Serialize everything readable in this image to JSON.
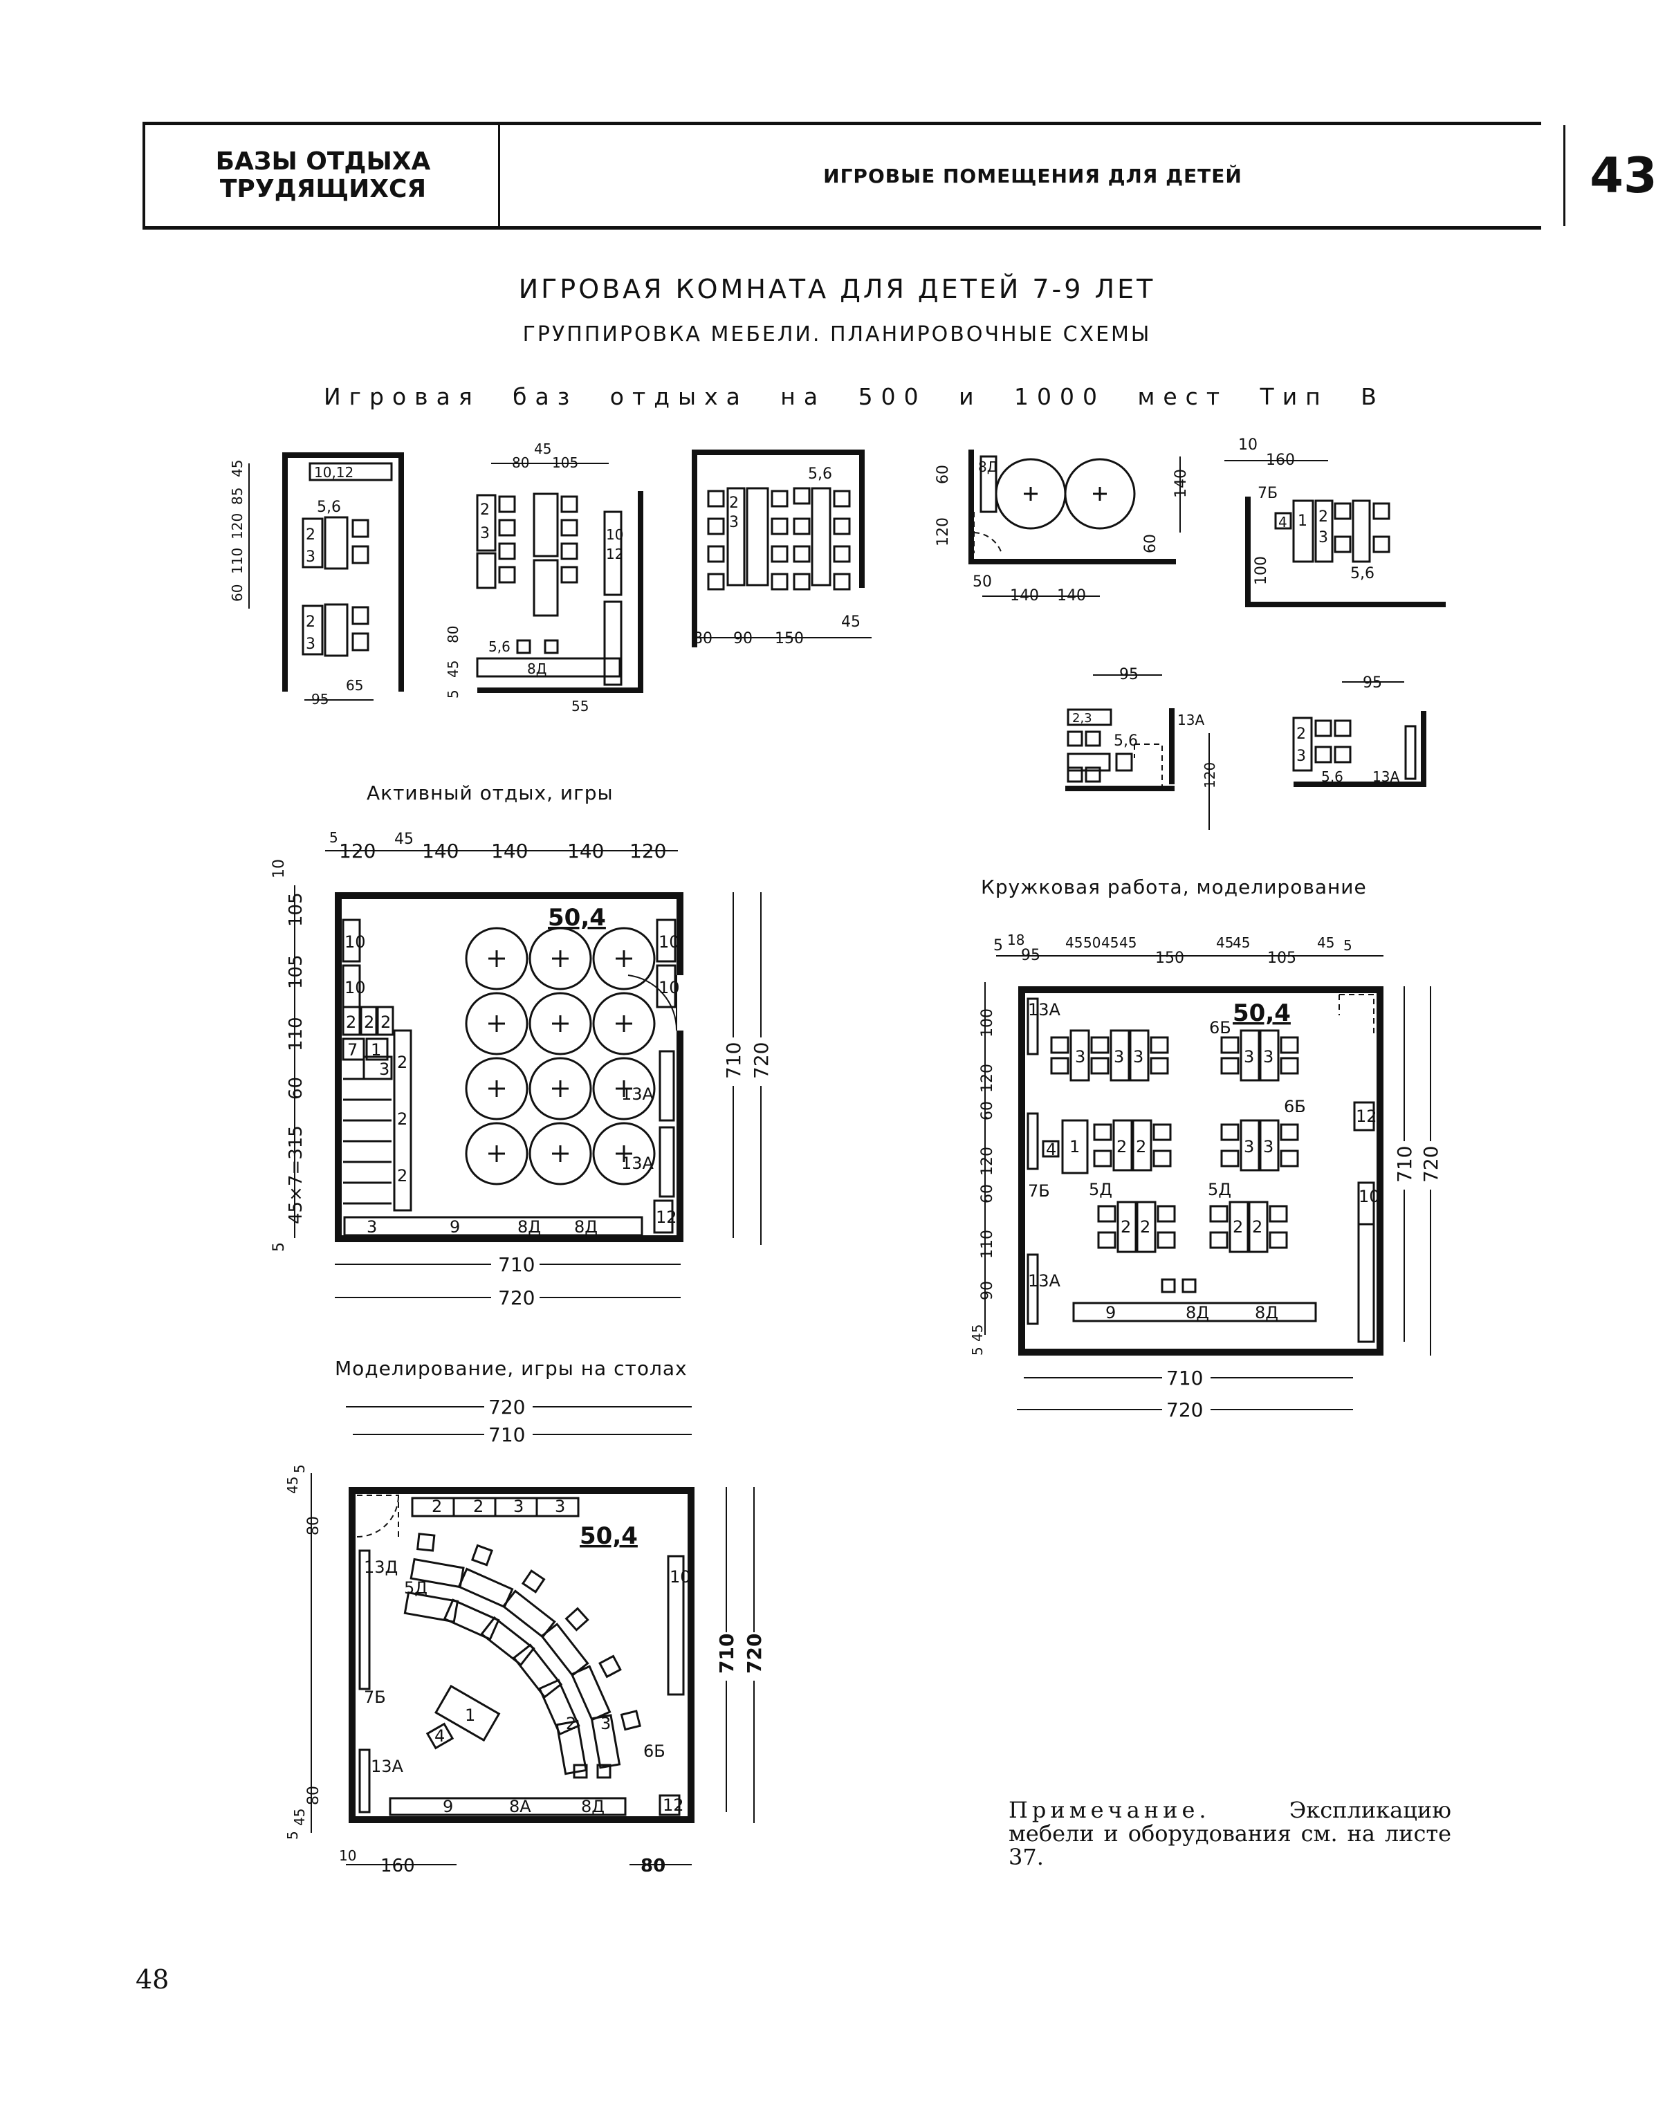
{
  "header": {
    "section_line1": "БАЗЫ ОТДЫХА",
    "section_line2": "ТРУДЯЩИХСЯ",
    "topic": "ИГРОВЫЕ ПОМЕЩЕНИЯ ДЛЯ ДЕТЕЙ",
    "sheet": "43"
  },
  "titles": {
    "main": "ИГРОВАЯ КОМНАТА ДЛЯ ДЕТЕЙ 7-9 ЛЕТ",
    "sub": "ГРУППИРОВКА МЕБЕЛИ. ПЛАНИРОВОЧНЫЕ СХЕМЫ",
    "type": "Игровая баз отдыха на 500 и 1000 мест Тип В"
  },
  "captions": {
    "active": "Активный отдых, игры",
    "circle": "Кружковая работа, моделирование",
    "modeling": "Моделирование, игры на столах"
  },
  "plans": {
    "active": {
      "area": "50,4",
      "top_dims": [
        "5",
        "120",
        "45",
        "140",
        "140",
        "140",
        "120"
      ],
      "left_dims": [
        "10",
        "105",
        "105",
        "110",
        "60",
        "45×7=315",
        "5"
      ],
      "width_inner": "710",
      "width_outer": "720",
      "height_inner": "710",
      "height_outer": "720",
      "labels": [
        "10",
        "10",
        "2",
        "2",
        "2",
        "7",
        "1",
        "3",
        "2",
        "2",
        "2",
        "10",
        "10",
        "13А",
        "13А",
        "3",
        "9",
        "8Д",
        "8Д",
        "12"
      ]
    },
    "circle": {
      "area": "50,4",
      "top_dims": [
        "5",
        "18",
        "95",
        "45",
        "50",
        "45",
        "45",
        "150",
        "45",
        "45",
        "105",
        "45",
        "5"
      ],
      "left_dims": [
        "100",
        "120",
        "60",
        "120",
        "60",
        "110",
        "90",
        "45",
        "5"
      ],
      "width_inner": "710",
      "width_outer": "720",
      "height_inner": "710",
      "height_outer": "720",
      "labels": [
        "13А",
        "6Б",
        "3",
        "3",
        "3",
        "3",
        "3",
        "6Б",
        "12",
        "4",
        "1",
        "2",
        "2",
        "3",
        "3",
        "7Б",
        "5Д",
        "5Д",
        "10",
        "2",
        "2",
        "2",
        "2",
        "13А",
        "9",
        "8Д",
        "8Д"
      ]
    },
    "modeling": {
      "area": "50,4",
      "width_outer": "720",
      "width_inner": "710",
      "height_inner": "710",
      "height_outer": "720",
      "left_dims": [
        "5",
        "45",
        "80",
        "80",
        "45",
        "5"
      ],
      "bottom_dims": [
        "10",
        "160",
        "80"
      ],
      "labels": [
        "2",
        "2",
        "3",
        "3",
        "13Д",
        "5Д",
        "10",
        "7Б",
        "1",
        "4",
        "2",
        "3",
        "6Б",
        "13А",
        "9",
        "8А",
        "8Д",
        "12"
      ]
    },
    "small": {
      "s1": {
        "labels": [
          "10,12",
          "5,6",
          "2",
          "3",
          "2",
          "3"
        ],
        "dims": [
          "45",
          "85",
          "120",
          "110",
          "60",
          "95",
          "65"
        ]
      },
      "s2": {
        "labels": [
          "2",
          "3",
          "10",
          "12",
          "5,6",
          "8Д"
        ],
        "dims": [
          "80",
          "45",
          "105",
          "80",
          "45",
          "5",
          "55"
        ]
      },
      "s3": {
        "labels": [
          "5,6",
          "2",
          "3"
        ],
        "dims": [
          "80",
          "90",
          "150",
          "45"
        ]
      },
      "s4": {
        "labels": [
          "8Д"
        ],
        "dims": [
          "60",
          "120",
          "50",
          "140",
          "140",
          "140",
          "60",
          "100"
        ]
      },
      "s5": {
        "labels": [
          "7Б",
          "4",
          "1",
          "2",
          "3",
          "5,6"
        ],
        "dims": [
          "10",
          "160"
        ]
      },
      "s6": {
        "labels": [
          "2,3",
          "5,6",
          "13А"
        ],
        "dims": [
          "95",
          "120"
        ]
      },
      "s7": {
        "labels": [
          "2",
          "3",
          "5,6",
          "13А"
        ],
        "dims": [
          "95"
        ]
      }
    }
  },
  "note": {
    "lead": "Примечание.",
    "text": "Экспликацию мебели и оборудования см. на листе 37."
  },
  "page_number": "48"
}
